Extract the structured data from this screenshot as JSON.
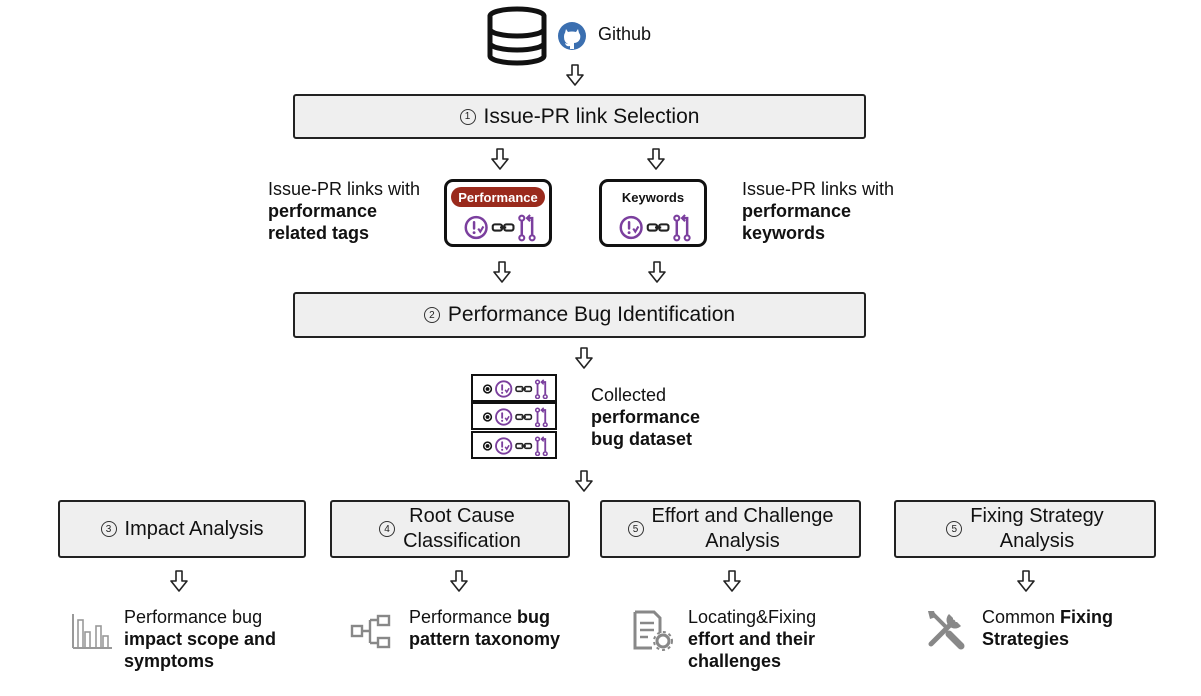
{
  "source": {
    "label": "Github"
  },
  "steps": {
    "step1": {
      "number": "1",
      "title": "Issue-PR link Selection"
    },
    "step2": {
      "number": "2",
      "title": "Performance Bug Identification"
    }
  },
  "links": {
    "left": {
      "tag": "Performance",
      "desc_line1": "Issue-PR links with",
      "desc_bold1": "performance",
      "desc_bold2": "related tags"
    },
    "right": {
      "tag": "Keywords",
      "desc_line1": "Issue-PR links with",
      "desc_bold1": "performance",
      "desc_bold2": "keywords"
    }
  },
  "dataset": {
    "line1": "Collected",
    "bold1": "performance",
    "bold2": "bug dataset"
  },
  "analyses": [
    {
      "number": "3",
      "title_line1": "Impact Analysis",
      "title_line2": "",
      "out_line1_normal": "Performance bug",
      "out_line1_bold": "",
      "out_line2": "impact scope and",
      "out_line3": "symptoms"
    },
    {
      "number": "4",
      "title_line1": "Root Cause",
      "title_line2": "Classification",
      "out_line1_normal": "Performance ",
      "out_line1_bold": "bug",
      "out_line2": "pattern taxonomy",
      "out_line3": ""
    },
    {
      "number": "5",
      "title_line1": "Effort and Challenge",
      "title_line2": "Analysis",
      "out_line1_normal": "Locating&Fixing",
      "out_line1_bold": "",
      "out_line2": "effort and their",
      "out_line3": "challenges"
    },
    {
      "number": "5",
      "title_line1": "Fixing Strategy",
      "title_line2": "Analysis",
      "out_line1_normal": "Common ",
      "out_line1_bold": "Fixing",
      "out_line2": "Strategies",
      "out_line3": ""
    }
  ],
  "colors": {
    "box_fill": "#efefef",
    "accent_purple": "#7b3f9e",
    "tag_red": "#9a2a1c",
    "github_blue": "#3b6fb0"
  }
}
